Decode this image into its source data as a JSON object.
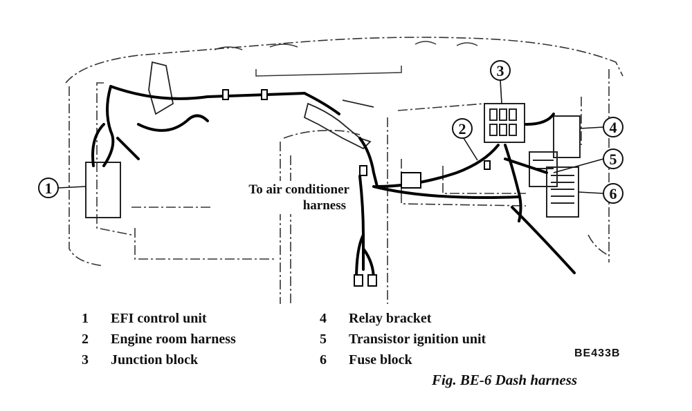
{
  "callouts": [
    "1",
    "2",
    "3",
    "4",
    "5",
    "6"
  ],
  "note": {
    "line1": "To air conditioner",
    "line2": "harness"
  },
  "legend": [
    {
      "num": "1",
      "text": "EFI control unit"
    },
    {
      "num": "2",
      "text": "Engine room harness"
    },
    {
      "num": "3",
      "text": "Junction block"
    },
    {
      "num": "4",
      "text": "Relay bracket"
    },
    {
      "num": "5",
      "text": "Transistor ignition unit"
    },
    {
      "num": "6",
      "text": "Fuse block"
    }
  ],
  "ref_code": "BE433B",
  "caption": "Fig. BE-6  Dash harness"
}
